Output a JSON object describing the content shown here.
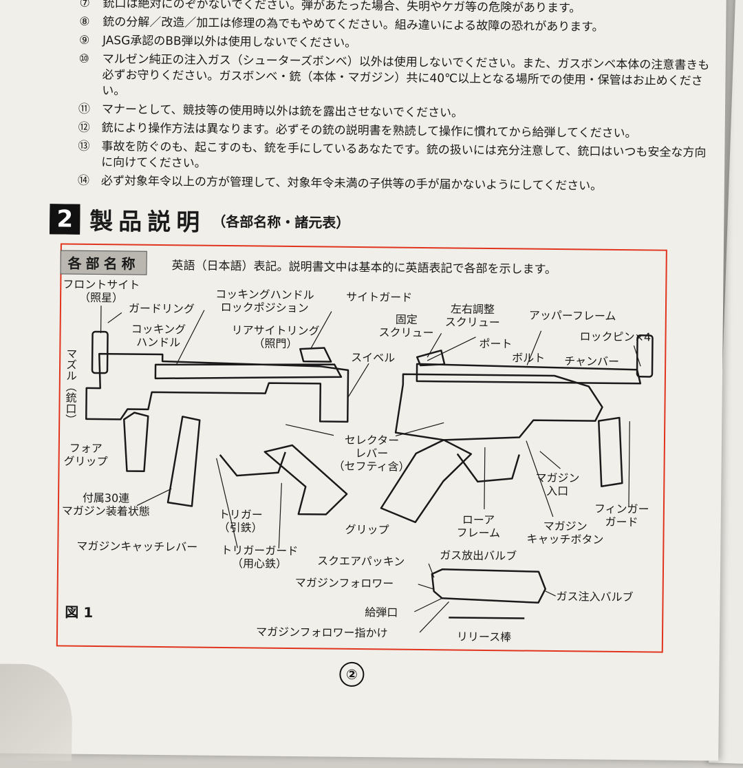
{
  "rules": [
    {
      "num": "⑦",
      "text": "銃口は絶対にのぞかないでください。弾があたった場合、失明やケガ等の危険があります。"
    },
    {
      "num": "⑧",
      "text": "銃の分解／改造／加工は修理の為でもやめてください。組み違いによる故障の恐れがあります。"
    },
    {
      "num": "⑨",
      "text": "JASG承認のBB弾以外は使用しないでください。"
    },
    {
      "num": "⑩",
      "text": "マルゼン純正の注入ガス（シューターズボンベ）以外は使用しないでください。また、ガスボンベ本体の注意書きも必ずお守りください。ガスボンベ・銃（本体・マガジン）共に40℃以上となる場所での使用・保管はお止めください。"
    },
    {
      "num": "⑪",
      "text": "マナーとして、競技等の使用時以外は銃を露出させないでください。"
    },
    {
      "num": "⑫",
      "text": "銃により操作方法は異なります。必ずその銃の説明書を熟読して操作に慣れてから給弾してください。"
    },
    {
      "num": "⑬",
      "text": "事故を防ぐのも、起こすのも、銃を手にしているあなたです。銃の扱いには充分注意して、銃口はいつも安全な方向に向けてください。"
    },
    {
      "num": "⑭",
      "text": "必ず対象年令以上の方が管理して、対象年令未満の子供等の手が届かないようにしてください。"
    }
  ],
  "section": {
    "number": "2",
    "title": "製品説明",
    "subtitle": "（各部名称・諸元表）"
  },
  "parts_box": {
    "label": "各部名称",
    "intro": "英語（日本語）表記。説明書文中は基本的に英語表記で各部を示します。"
  },
  "labels": {
    "front_sight": "フロントサイト\n（照星）",
    "guard_ring": "ガードリング",
    "cocking_handle": "コッキング\nハンドル",
    "muzzle": "マズル（銃口）",
    "cocking_lock": "コッキングハンドル\nロックポジション",
    "rear_sight_ring": "リアサイトリング\n（照門）",
    "sight_guard": "サイトガード",
    "swivel": "スイベル",
    "fixed_screw": "固定\nスクリュー",
    "lr_screw": "左右調整\nスクリュー",
    "upper_frame": "アッパーフレーム",
    "lock_pin": "ロックピン×4",
    "port": "ポート",
    "bolt": "ボルト",
    "chamber": "チャンバー",
    "fore_grip": "フォア\nグリップ",
    "selector": "セレクター\nレバー\n（セフティ含）",
    "magazine_30": "付属30連\nマガジン装着状態",
    "trigger": "トリガー\n（引鉄）",
    "grip": "グリップ",
    "lower_frame": "ローア\nフレーム",
    "mag_catch_button": "マガジン\nキャッチボタン",
    "mag_inlet": "マガジン\n入口",
    "finger_guard": "フィンガー\nガード",
    "mag_catch_lever": "マガジンキャッチレバー",
    "trigger_guard": "トリガーガード\n（用心鉄）",
    "square_packing": "スクエアパッキン",
    "gas_release_valve": "ガス放出バルブ",
    "mag_follower": "マガジンフォロワー",
    "gas_inject_valve": "ガス注入バルブ",
    "feed_port": "給弾口",
    "mag_follower_hook": "マガジンフォロワー指かけ",
    "release_rod": "リリース棒"
  },
  "figure_label": "図 1",
  "page_number": "②",
  "colors": {
    "frame": "#e0341f",
    "ink": "#1a1a1a",
    "paper": "#f1efe9"
  }
}
